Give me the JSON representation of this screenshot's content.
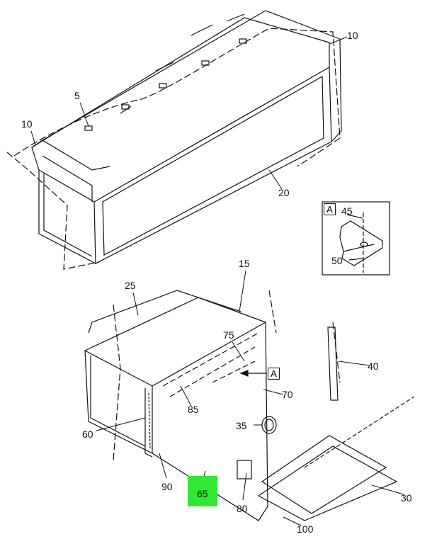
{
  "colors": {
    "highlight": "#33e633",
    "line": "#111111"
  },
  "callouts": {
    "c10_top": "10",
    "c5": "5",
    "c10_left": "10",
    "c20": "20",
    "c25": "25",
    "c15": "15",
    "c75": "75",
    "c40": "40",
    "c70": "70",
    "c35": "35",
    "c85": "85",
    "c60": "60",
    "c90": "90",
    "c65": "65",
    "c80": "80",
    "c30": "30",
    "c100": "100"
  },
  "detail_view": {
    "label": "A",
    "c45": "45",
    "c50": "50"
  },
  "detail_ref": "A"
}
